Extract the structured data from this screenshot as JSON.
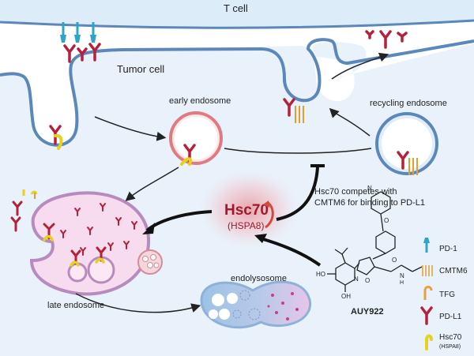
{
  "labels": {
    "t_cell": "T cell",
    "tumor_cell": "Tumor cell",
    "early_endosome": "early endosome",
    "recycling_endosome": "recycling endosome",
    "late_endosome": "late endosome",
    "endolysosome": "endolysosome",
    "hsc70_title": "Hsc70",
    "hsc70_sub": "(HSPA8)",
    "competes_line1": "Hsc70 competes with",
    "competes_line2": "CMTM6 for binding to PD-L1",
    "drug": "AUY922"
  },
  "legend": [
    {
      "icon": "pd1-icon",
      "label": "PD-1",
      "sub": "",
      "color": "#2ea4c9"
    },
    {
      "icon": "cmtm6-icon",
      "label": "CMTM6",
      "sub": "",
      "color": "#e0a030"
    },
    {
      "icon": "tfg-icon",
      "label": "TFG",
      "sub": "",
      "color": "#e8a040"
    },
    {
      "icon": "pdl1-icon",
      "label": "PD-L1",
      "sub": "",
      "color": "#b5213a"
    },
    {
      "icon": "hsc70-icon",
      "label": "Hsc70",
      "sub": "(HSPA8)",
      "color": "#e6d21e"
    }
  ],
  "molecule_atoms": {
    "oh_left": "HO",
    "oh_bottom": "OH",
    "n_amide": "N",
    "h_amide": "H",
    "o_ring": "O",
    "n_ring": "N",
    "o_carbonyl": "O",
    "n_morph": "N",
    "o_morph": "O"
  }
}
